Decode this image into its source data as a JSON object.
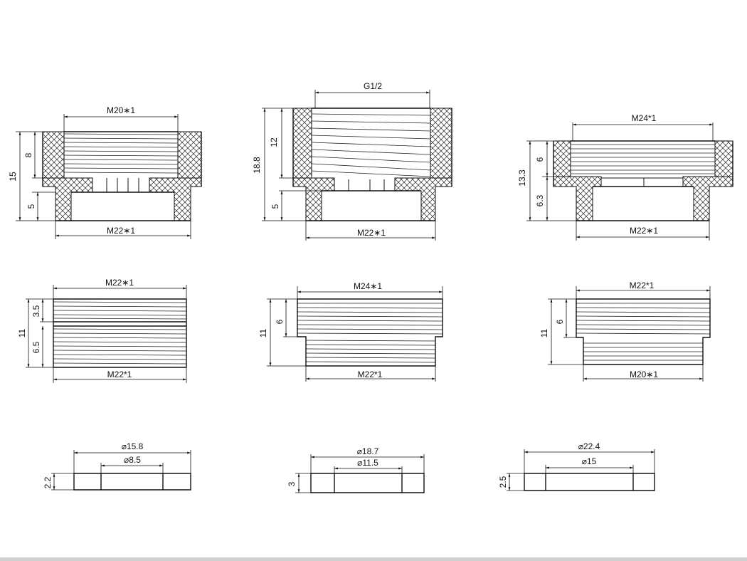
{
  "accent_color": "#111111",
  "row1": {
    "a": {
      "top_thread": "M20∗1",
      "bottom_thread": "M22∗1",
      "overall_height": "15",
      "upper_height": "8",
      "lower_height": "5"
    },
    "b": {
      "top_thread": "G1/2",
      "bottom_thread": "M22∗1",
      "overall_height": "18.8",
      "upper_height": "12",
      "lower_height": "5"
    },
    "c": {
      "top_thread": "M24*1",
      "bottom_thread": "M22∗1",
      "overall_height": "13.3",
      "upper_height": "6",
      "lower_height": "6.3"
    }
  },
  "row2": {
    "a": {
      "top_thread": "M22∗1",
      "bottom_thread": "M22*1",
      "overall_height": "11",
      "upper_height": "3.5",
      "lower_height": "6.5"
    },
    "b": {
      "top_thread": "M24∗1",
      "bottom_thread": "M22*1",
      "overall_height": "11",
      "upper_height": "6"
    },
    "c": {
      "top_thread": "M22*1",
      "bottom_thread": "M20∗1",
      "overall_height": "11",
      "upper_height": "6"
    }
  },
  "washers": {
    "a": {
      "outer_diameter": "⌀15.8",
      "inner_diameter": "⌀8.5",
      "thickness": "2.2"
    },
    "b": {
      "outer_diameter": "⌀18.7",
      "inner_diameter": "⌀11.5",
      "thickness": "3"
    },
    "c": {
      "outer_diameter": "⌀22.4",
      "inner_diameter": "⌀15",
      "thickness": "2.5"
    }
  }
}
